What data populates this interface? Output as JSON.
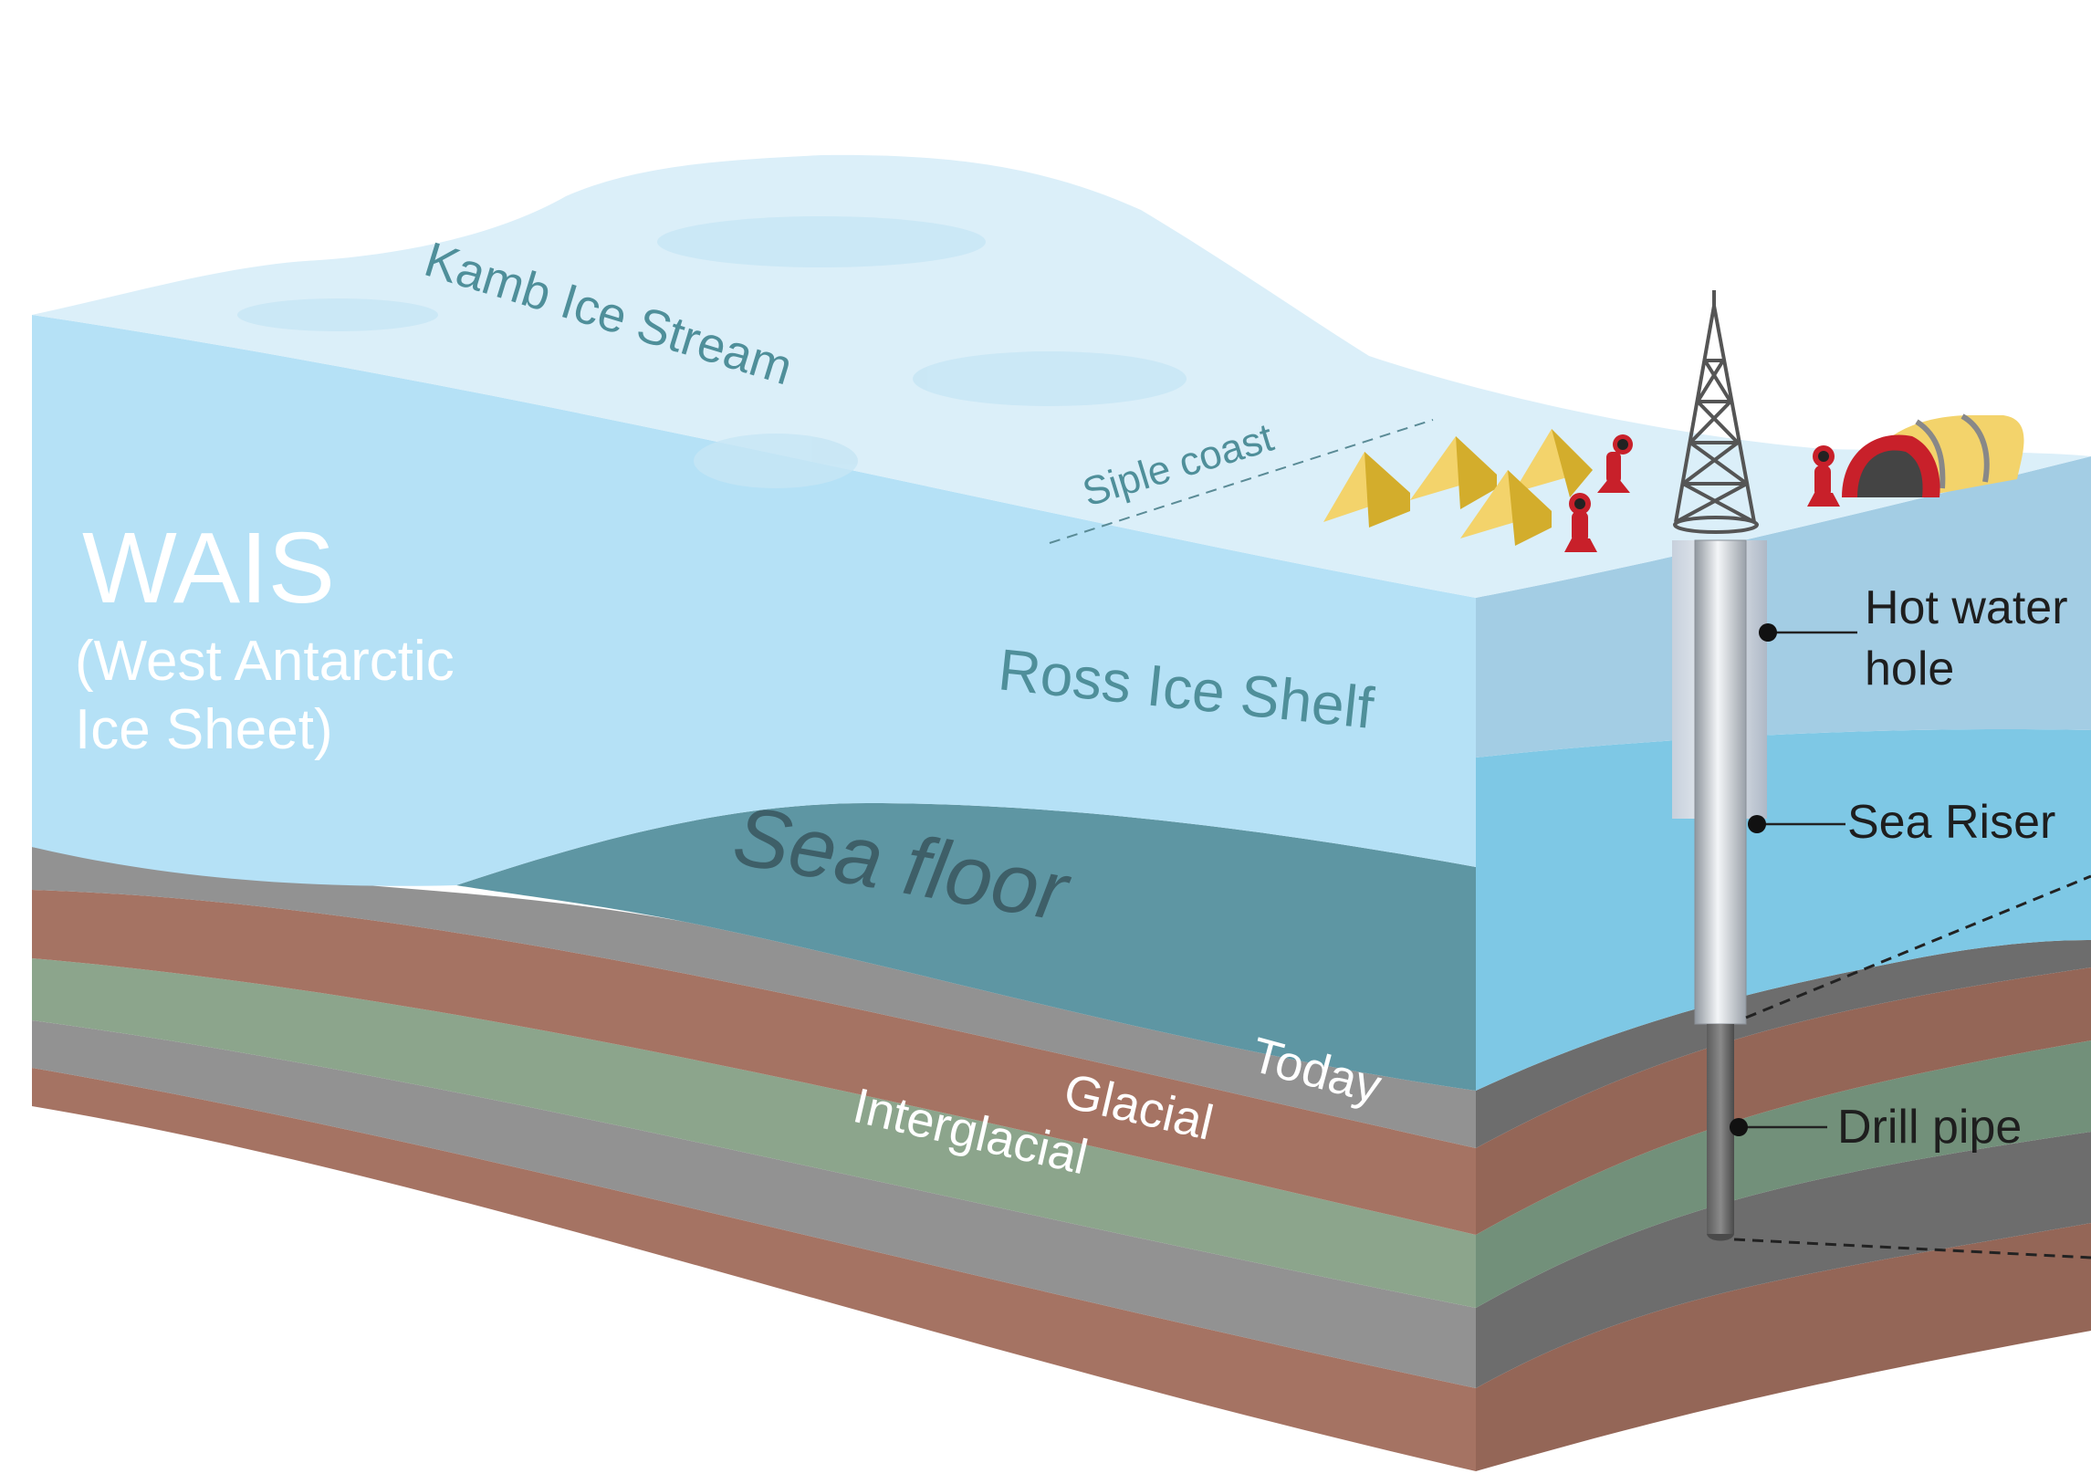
{
  "labels": {
    "kamb": "Kamb Ice Stream",
    "siple": "Siple coast",
    "wais_title": "WAIS",
    "wais_line1": "(West Antarctic",
    "wais_line2": "Ice Sheet)",
    "ross": "Ross Ice Shelf",
    "sea_floor": "Sea floor",
    "today": "Today",
    "glacial": "Glacial",
    "interglacial": "Interglacial"
  },
  "callouts": {
    "hot_water_line1": "Hot water",
    "hot_water_line2": "hole",
    "sea_riser": "Sea Riser",
    "drill_pipe": "Drill pipe"
  },
  "colors": {
    "ice_top": "#dbeff9",
    "ice_face": "#b5e1f6",
    "ice_side": "#a3cde4",
    "ocean": "#5e96a3",
    "ocean_side": "#7ec8e5",
    "layer_gray": "#8e8e8e",
    "layer_brown": "#a57363",
    "layer_green": "#8ca58c",
    "tent": "#f3d36b",
    "person": "#c8202a",
    "label_ice": "#4f8f9a"
  },
  "icons": [
    "tent-icon",
    "person-icon",
    "drill-tower-icon",
    "quonset-hut-icon"
  ]
}
